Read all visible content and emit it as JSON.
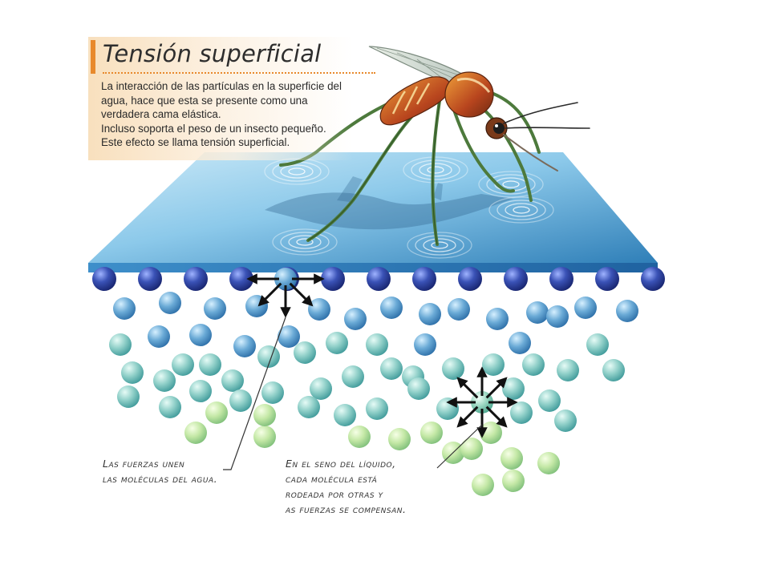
{
  "title": "Tensión superficial",
  "description": [
    "La interacción de las partículas en la superficie del",
    "agua, hace que esta se presente como una",
    "verdadera cama elástica.",
    "Incluso soporta el peso de un insecto pequeño.",
    "Este efecto se llama tensión superficial."
  ],
  "caption_left": [
    "Las fuerzas unen",
    "las moléculas del agua."
  ],
  "caption_right": [
    "En el seno del líquido,",
    "cada molécula está",
    "rodeada por otras y",
    "as fuerzas se compensan."
  ],
  "icons": {
    "insect": "mosquito-icon",
    "force": "arrow-icon",
    "molecule": "molecule-icon"
  },
  "colors": {
    "accent": "#e8892c",
    "water_light": "#9fd3ec",
    "water_dark": "#2f7fb8",
    "surface_molecule": "#2d3f9e",
    "molecule_blue": "#4a8fc4",
    "molecule_green": "#b8e2a8"
  }
}
